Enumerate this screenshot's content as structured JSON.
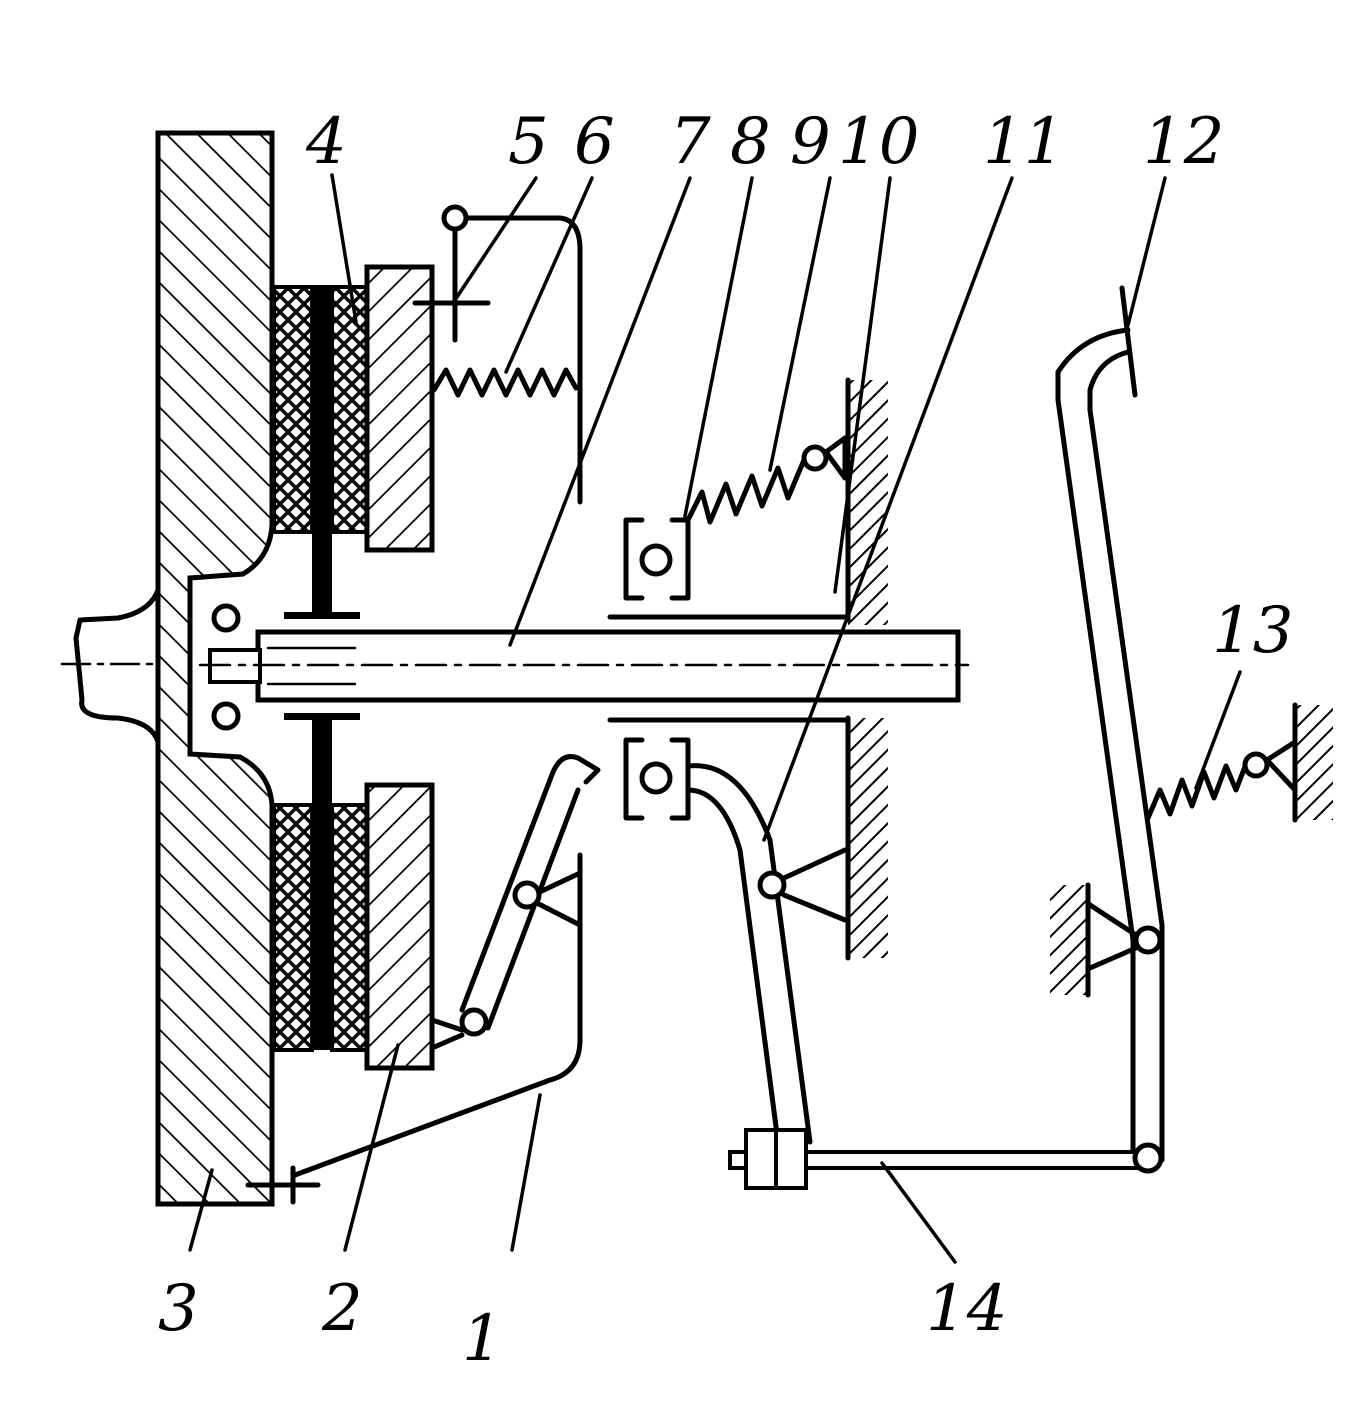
{
  "diagram": {
    "labels": {
      "l1": "1",
      "l2": "2",
      "l3": "3",
      "l4": "4",
      "l5": "5",
      "l6": "6",
      "l7": "7",
      "l8": "8",
      "l9": "9",
      "l10": "10",
      "l11": "11",
      "l12": "12",
      "l13": "13",
      "l14": "14"
    },
    "colors": {
      "ink": "#000000",
      "paper": "#ffffff"
    }
  }
}
